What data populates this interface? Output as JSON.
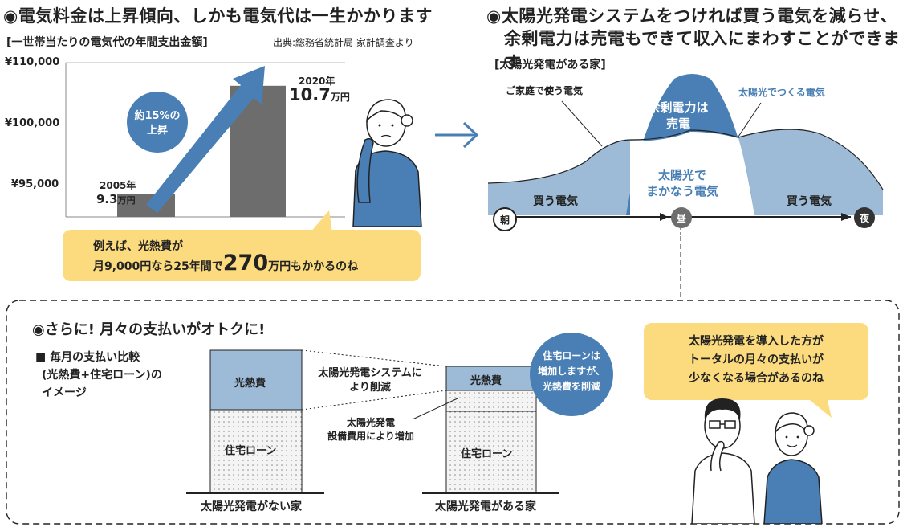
{
  "left": {
    "heading": "◉電気料金は上昇傾向、しかも電気代は一生かかります",
    "subheading": "[一世帯当たりの電気代の年間支出金額]",
    "source": "出典:総務省統計局 家計調査より",
    "yticks": [
      "¥110,000",
      "¥100,000",
      "¥95,000"
    ],
    "arrow_label_1": "約15%の",
    "arrow_label_2": "上昇",
    "bar_2005_year": "2005年",
    "bar_2005_value": "9.3",
    "bar_2005_unit": "万円",
    "bar_2020_year": "2020年",
    "bar_2020_value": "10.7",
    "bar_2020_unit": "万円",
    "bubble_line1": "例えば、光熱費が",
    "bubble_line2_pre": "月9,000円なら25年間で",
    "bubble_big": "270",
    "bubble_line2_post": "万円もかかるのね"
  },
  "chart_data": {
    "type": "bar",
    "categories": [
      "2005年",
      "2020年"
    ],
    "values": [
      93000,
      107000
    ],
    "ylim": [
      90000,
      110000
    ],
    "colors": {
      "bar": "#6d6d6d",
      "arrow": "#4a7fb5"
    }
  },
  "right": {
    "heading_line1": "◉太陽光発電システムをつければ買う電気を減らせ、",
    "heading_line2": "余剰電力は売電もできて収入にまわすことができます",
    "subheading": "[太陽光発電がある家]",
    "label_household": "ご家庭で使う電気",
    "label_solar_make": "太陽光でつくる電気",
    "surplus_line1": "余剰電力は",
    "surplus_line2": "売電",
    "solar_cover_line1": "太陽光で",
    "solar_cover_line2": "まかなう電気",
    "buy_left": "買う電気",
    "buy_right": "買う電気",
    "time_morning": "朝",
    "time_noon": "昼",
    "time_night": "夜"
  },
  "bottom": {
    "heading": "◉さらに! 月々の支払いがオトクに!",
    "compare_title_1": "■ 毎月の支払い比較",
    "compare_title_2": "(光熱費+住宅ローン)の",
    "compare_title_3": "イメージ",
    "utility_label": "光熱費",
    "loan_label": "住宅ローン",
    "reduce_line1": "太陽光発電システムに",
    "reduce_line2": "より削減",
    "increase_line1": "太陽光発電",
    "increase_line2": "設備費用により増加",
    "without_label": "太陽光発電がない家",
    "with_label": "太陽光発電がある家",
    "circle_line1": "住宅ローンは",
    "circle_line2": "増加しますが、",
    "circle_line3": "光熱費を削減",
    "bubble_line1": "太陽光発電を導入した方が",
    "bubble_line2": "トータルの月々の支払いが",
    "bubble_line3": "少なくなる場合があるのね"
  },
  "colors": {
    "blue_dark": "#4a7fb5",
    "blue_light": "#9dbad6",
    "yellow": "#fbdb7e",
    "gray_bar": "#6d6d6d"
  }
}
